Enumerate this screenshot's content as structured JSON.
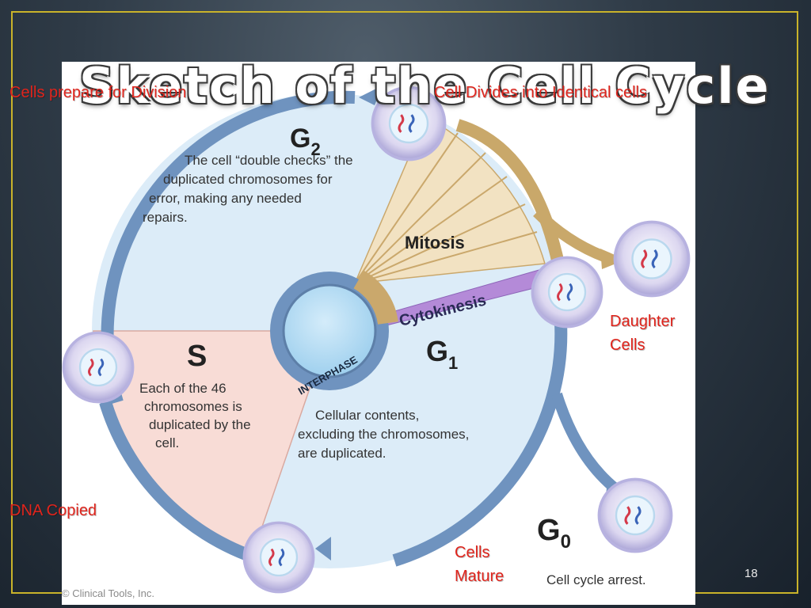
{
  "slide": {
    "title": "Sketch of the Cell Cycle",
    "page_number": "18"
  },
  "labels": {
    "prepare": "Cells prepare for Division",
    "divides": "Cell Divides into Identical cells",
    "daughter_line1": "Daughter",
    "daughter_line2": "Cells",
    "dna_copied": "DNA Copied",
    "mature_line1": "Cells",
    "mature_line2": "Mature"
  },
  "diagram": {
    "g2": {
      "name": "G",
      "sub": "2",
      "desc": [
        "The cell “double checks” the",
        "duplicated chromosomes for",
        "error, making any needed",
        "repairs."
      ]
    },
    "s": {
      "name": "S",
      "desc": [
        "Each of the 46",
        "chromosomes is",
        "duplicated by the",
        "cell."
      ]
    },
    "g1": {
      "name": "G",
      "sub": "1",
      "desc": [
        "Cellular contents,",
        "excluding the chromosomes,",
        "are duplicated."
      ]
    },
    "g0": {
      "name": "G",
      "sub": "0",
      "desc": "Cell cycle arrest."
    },
    "mitosis": "Mitosis",
    "cytokinesis": "Cytokinesis",
    "interphase": "INTERPHASE",
    "credit": "© Clinical Tools, Inc."
  },
  "colors": {
    "label_red": "#e0241c",
    "frame_gold": "#c9b32a",
    "cycle_ring": "#6f93bf",
    "s_wedge": "#f8dcd6",
    "g_regions": "#dcecf8",
    "mitosis_fan": "#f2e2c2",
    "mitosis_arrow": "#c9a86a",
    "cytokinesis_band": "#b48ad8"
  },
  "icons": [
    "cell-icon",
    "chromosome-icon",
    "cycle-arrow-icon"
  ]
}
